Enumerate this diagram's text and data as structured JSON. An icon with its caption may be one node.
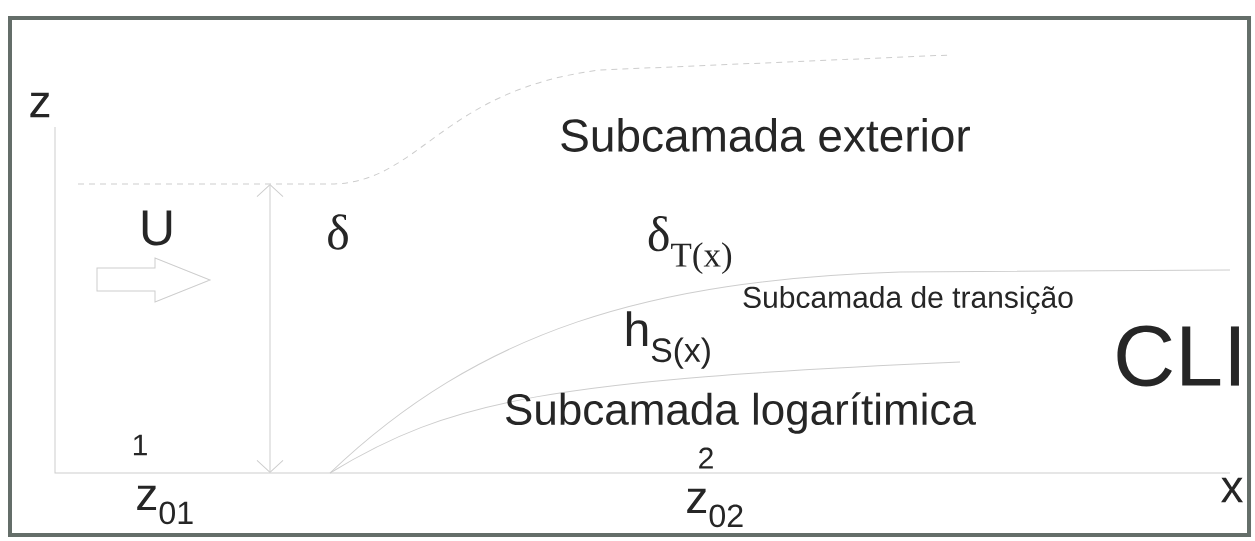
{
  "diagram": {
    "labels": [
      "z",
      "Subcamada exterior",
      "U",
      "δ",
      "δ$_{T(x)}$",
      "Subcamada de transição",
      "h$_{S(x)}$",
      "CLI",
      "Subcamada logarítimica",
      "1",
      "2",
      "z$_{01}$",
      "z$_{02}$",
      "x"
    ]
  }
}
